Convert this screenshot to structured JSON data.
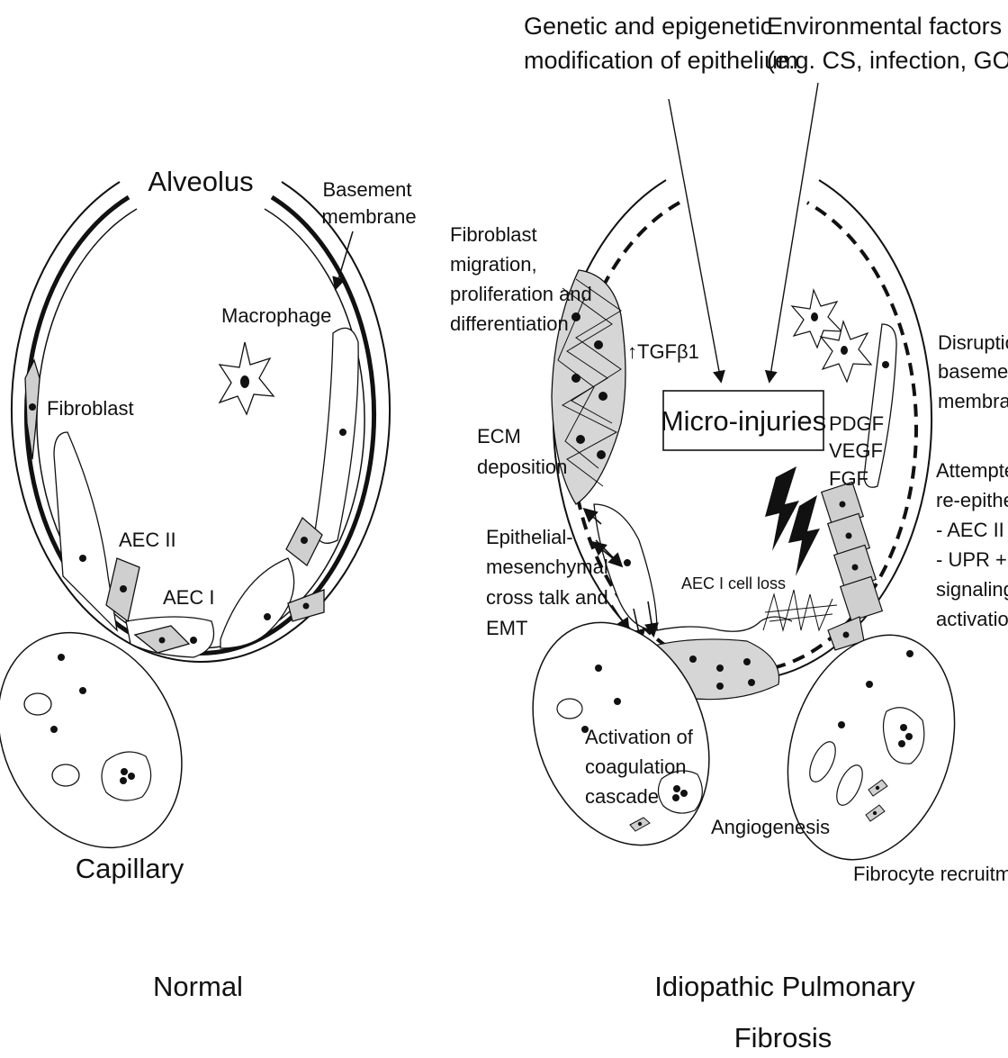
{
  "normal": {
    "alveolus": "Alveolus",
    "basement_membrane": [
      "Basement",
      "membrane"
    ],
    "macrophage": "Macrophage",
    "fibroblast": "Fibroblast",
    "aec_ii": "AEC II",
    "aec_i": "AEC I",
    "capillary": "Capillary",
    "title": "Normal"
  },
  "ipf": {
    "genetic": [
      "Genetic and epigenetic",
      "modification of epithelium"
    ],
    "environmental": [
      "Environmental factors",
      "(e.g. CS, infection, GOR)"
    ],
    "fibroblast_migration": [
      "Fibroblast",
      "migration,",
      "proliferation and",
      "differentiation"
    ],
    "tgfb": "↑TGFβ1",
    "micro_injuries": "Micro-injuries",
    "growth_factors": [
      "PDGF",
      "VEGF",
      "FGF"
    ],
    "disruption": [
      "Disruption of",
      "basement",
      "membrane"
    ],
    "ecm": [
      "ECM",
      "deposition"
    ],
    "attempted": [
      "Attempted",
      "re-epithelialization",
      "- AEC II proliferation",
      "- UPR + developmental",
      "signaling pathway",
      "activation"
    ],
    "emt": [
      "Epithelial-",
      "mesenchymal",
      "cross talk and",
      "EMT"
    ],
    "aec_loss": "AEC I cell loss",
    "coagulation": [
      "Activation of",
      "coagulation",
      "cascade"
    ],
    "angiogenesis": "Angiogenesis",
    "fibrocyte": "Fibrocyte recruitment",
    "title": [
      "Idiopathic Pulmonary",
      "Fibrosis"
    ]
  }
}
